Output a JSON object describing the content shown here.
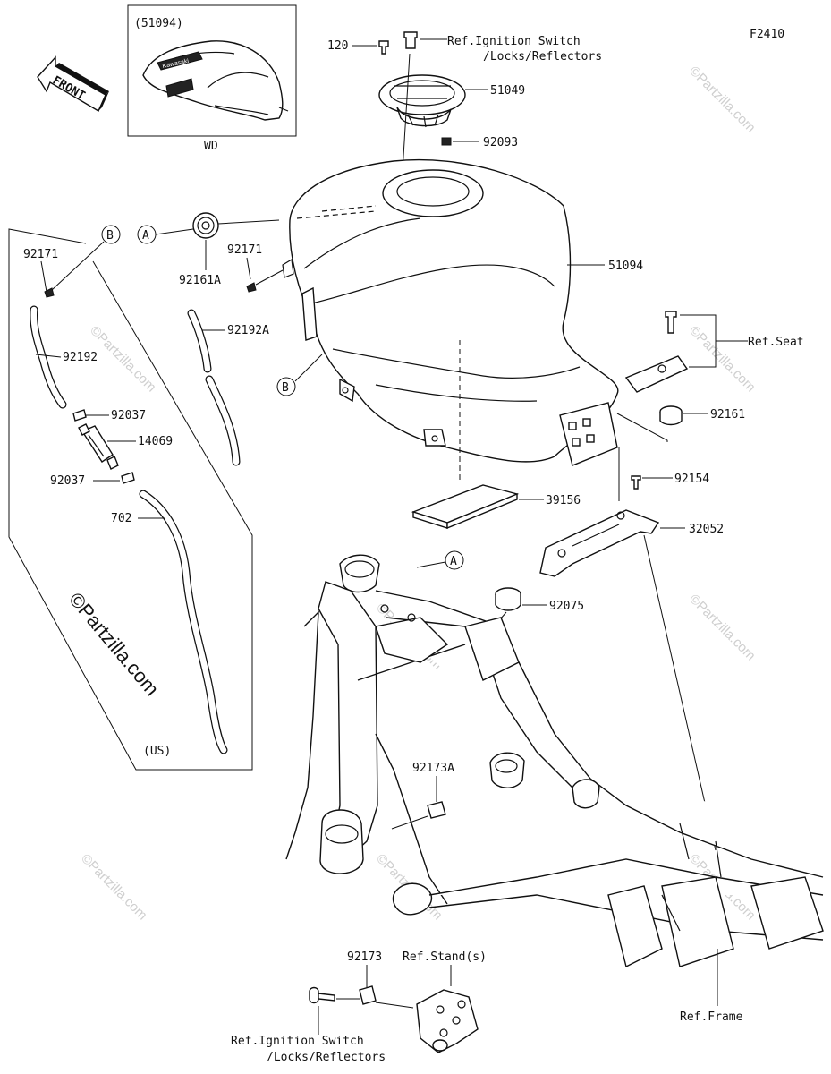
{
  "figure_code": "F2410",
  "inset": {
    "part_number": "(51094)",
    "caption": "WD",
    "decal": "Kawasaki"
  },
  "front_arrow": "FRONT",
  "callouts": {
    "A": "A",
    "B": "B"
  },
  "variant_box": {
    "caption": "(US)"
  },
  "watermark": "©Partzilla.com",
  "parts": {
    "p120": "120",
    "p51049": "51049",
    "p92093": "92093",
    "p51094": "51094",
    "p92161A": "92161A",
    "p92171_left": "92171",
    "p92171_mid": "92171",
    "p92192A": "92192A",
    "p92192": "92192",
    "p92037_top": "92037",
    "p14069": "14069",
    "p92037_bot": "92037",
    "p702": "702",
    "p92161": "92161",
    "p92154": "92154",
    "p32052": "32052",
    "p39156": "39156",
    "p92075": "92075",
    "p92173A": "92173A",
    "p92173": "92173"
  },
  "references": {
    "ignition_top_1": "Ref.Ignition Switch",
    "ignition_top_2": "/Locks/Reflectors",
    "seat": "Ref.Seat",
    "frame": "Ref.Frame",
    "stand": "Ref.Stand(s)",
    "ignition_bottom_1": "Ref.Ignition Switch",
    "ignition_bottom_2": "/Locks/Reflectors"
  }
}
